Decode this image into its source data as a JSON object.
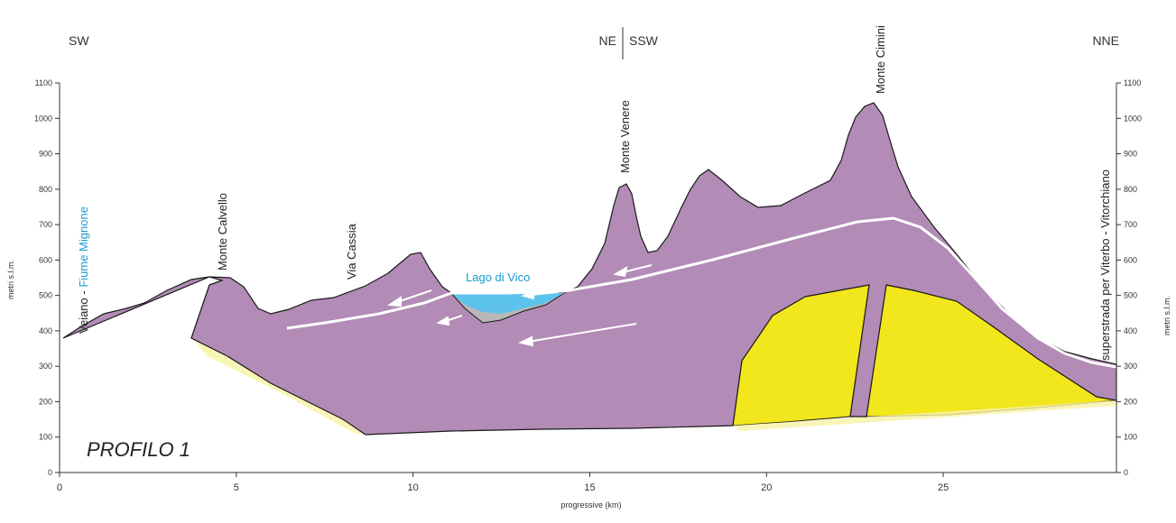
{
  "directions": {
    "left": "SW",
    "center_left": "NE",
    "center_right": "SSW",
    "right": "NNE"
  },
  "profile_title": "PROFILO 1",
  "x_axis": {
    "title": "progressive (km)",
    "range": [
      0,
      30
    ],
    "ticks": [
      "0",
      "5",
      "10",
      "15",
      "20",
      "25"
    ]
  },
  "y_axis": {
    "title": "metri s.l.m.",
    "range": [
      0,
      1100
    ],
    "ticks": [
      "0",
      "100",
      "200",
      "300",
      "400",
      "500",
      "600",
      "700",
      "800",
      "900",
      "1000",
      "1100"
    ]
  },
  "labels": {
    "left_endpoint_prefix": "Veiano - ",
    "left_endpoint_river": "Fiume Mignone",
    "monte_calvello": "Monte Calvello",
    "via_cassia": "Via Cassia",
    "lago_di_vico": "Lago di Vico",
    "monte_venere": "Monte Venere",
    "monte_cimini": "Monte Cimini",
    "right_endpoint": "superstrada per Viterbo - Vitorchiano"
  },
  "colors": {
    "volcanic_unit": "#b28bb6",
    "substrate_unit": "#f2e61c",
    "lake_water": "#5ec3ec",
    "lake_sediment": "#b8b8b8",
    "river_label": "#1a9bd0",
    "flow_arrows": "#ffffff"
  }
}
